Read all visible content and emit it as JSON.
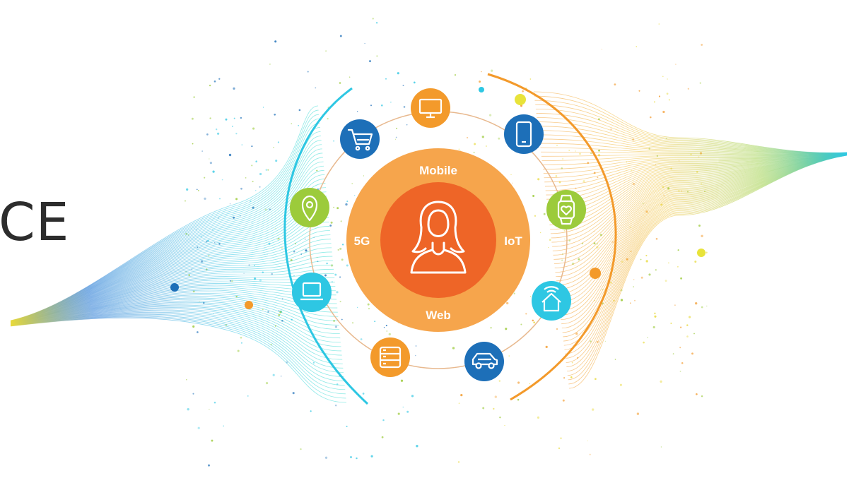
{
  "headline_fragment": "CE",
  "ring_labels": {
    "top": "Mobile",
    "left": "5G",
    "right": "IoT",
    "bottom": "Web"
  },
  "device_icons": [
    {
      "name": "monitor-icon",
      "color": "#f39a2b"
    },
    {
      "name": "mobile-phone-icon",
      "color": "#1d6fb8"
    },
    {
      "name": "smartwatch-icon",
      "color": "#9ccb3b"
    },
    {
      "name": "smart-home-icon",
      "color": "#2ec7e3"
    },
    {
      "name": "car-icon",
      "color": "#1d6fb8"
    },
    {
      "name": "server-icon",
      "color": "#f39a2b"
    },
    {
      "name": "laptop-icon",
      "color": "#2ec7e3"
    },
    {
      "name": "location-pin-icon",
      "color": "#9ccb3b"
    },
    {
      "name": "shopping-cart-icon",
      "color": "#1d6fb8"
    }
  ],
  "colors": {
    "outer_ring": "#f6a54c",
    "inner_circle": "#ee6527",
    "orbit_line": "#e8b98f",
    "stream_left": "#2ec7e3",
    "stream_right": "#f39a2b"
  }
}
